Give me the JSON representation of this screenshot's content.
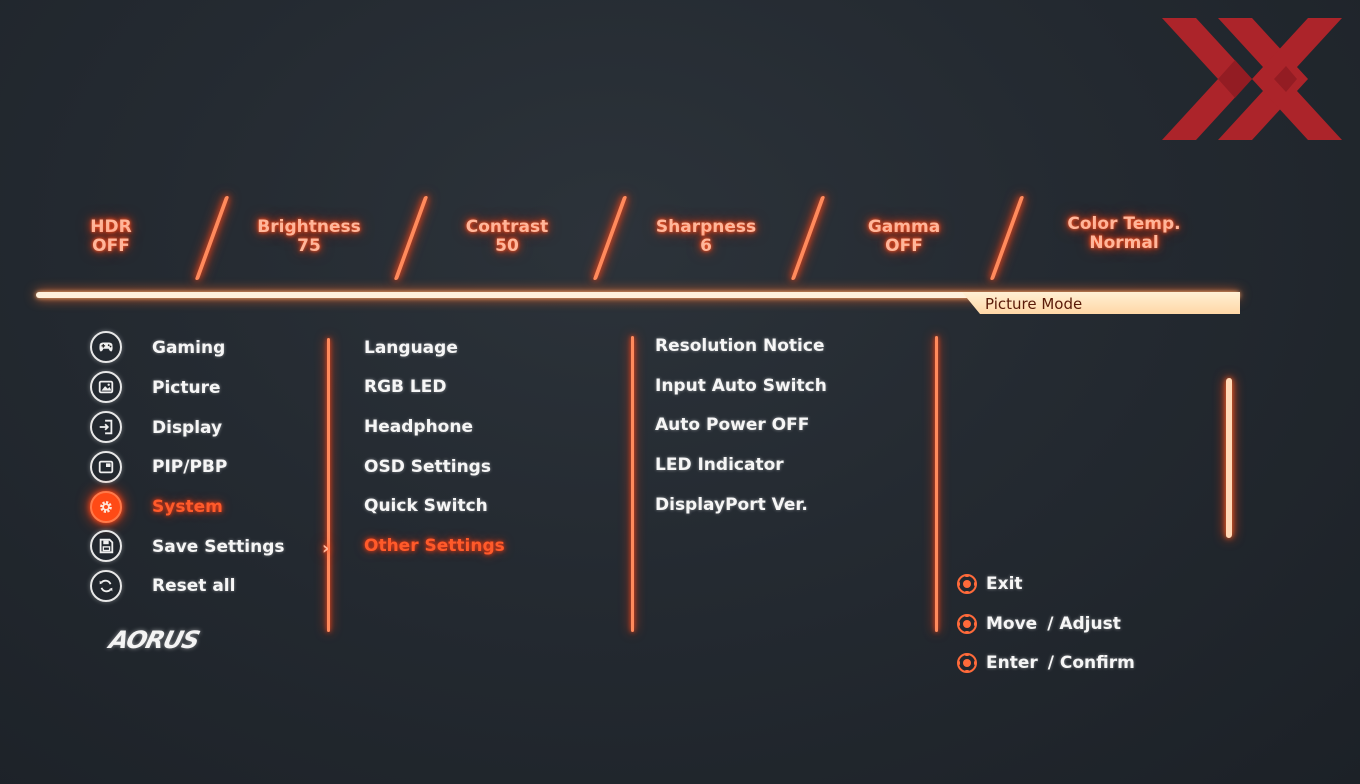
{
  "status": {
    "items": [
      {
        "label": "HDR",
        "value": "OFF"
      },
      {
        "label": "Brightness",
        "value": "75"
      },
      {
        "label": "Contrast",
        "value": "50"
      },
      {
        "label": "Sharpness",
        "value": "6"
      },
      {
        "label": "Gamma",
        "value": "OFF"
      },
      {
        "label": "Color Temp.",
        "value": "Normal"
      }
    ]
  },
  "tab": {
    "label": "Picture Mode"
  },
  "menu": {
    "primary": [
      {
        "label": "Gaming",
        "icon": "gamepad-icon"
      },
      {
        "label": "Picture",
        "icon": "picture-icon"
      },
      {
        "label": "Display",
        "icon": "input-icon"
      },
      {
        "label": "PIP/PBP",
        "icon": "pip-icon"
      },
      {
        "label": "System",
        "icon": "gear-icon",
        "selected": true
      },
      {
        "label": "Save Settings",
        "icon": "save-icon"
      },
      {
        "label": "Reset all",
        "icon": "reset-icon"
      }
    ],
    "secondary": [
      {
        "label": "Language"
      },
      {
        "label": "RGB LED"
      },
      {
        "label": "Headphone"
      },
      {
        "label": "OSD Settings"
      },
      {
        "label": "Quick Switch"
      },
      {
        "label": "Other Settings",
        "selected": true
      }
    ],
    "tertiary": [
      {
        "label": "Resolution Notice"
      },
      {
        "label": "Input Auto Switch"
      },
      {
        "label": "Auto Power OFF"
      },
      {
        "label": "LED Indicator"
      },
      {
        "label": "DisplayPort Ver."
      }
    ]
  },
  "legend": {
    "exit": "Exit",
    "move": "Move",
    "adjust": "/ Adjust",
    "enter": "Enter",
    "confirm": "/ Confirm"
  },
  "brand": {
    "logo_text": "AORUS"
  },
  "colors": {
    "accent": "#ff4a16",
    "glow": "#ff3c10",
    "bar": "#fff1dc"
  }
}
